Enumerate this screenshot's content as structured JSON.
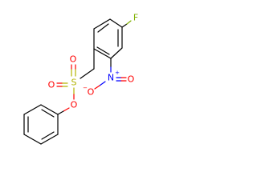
{
  "molecule": {
    "colors": {
      "carbon": "#000000",
      "oxygen": "#ff0000",
      "nitrogen": "#0000ff",
      "fluorine": "#7fb000",
      "sulfur": "#b3b300",
      "background": "#ffffff"
    },
    "atoms": {
      "F": "F",
      "S": "S",
      "O_sulfonyl_left": "O",
      "O_sulfonyl_right": "O",
      "O_ester": "O",
      "N": "N",
      "N_charge": "+",
      "O_nitro_top": "O",
      "O_nitro_bottom": "O",
      "O_charge": "−"
    }
  }
}
